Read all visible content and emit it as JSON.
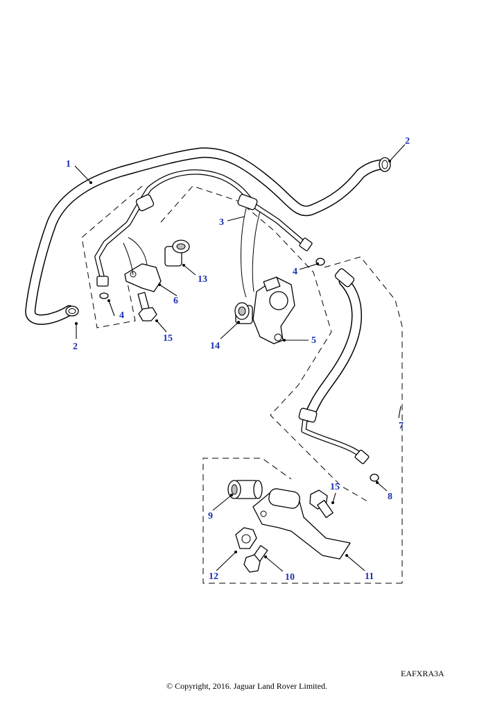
{
  "callouts": [
    {
      "id": "c1",
      "label": "1"
    },
    {
      "id": "c2a",
      "label": "2"
    },
    {
      "id": "c2b",
      "label": "2"
    },
    {
      "id": "c3",
      "label": "3"
    },
    {
      "id": "c4a",
      "label": "4"
    },
    {
      "id": "c4b",
      "label": "4"
    },
    {
      "id": "c5",
      "label": "5"
    },
    {
      "id": "c6",
      "label": "6"
    },
    {
      "id": "c7",
      "label": "7"
    },
    {
      "id": "c8",
      "label": "8"
    },
    {
      "id": "c9",
      "label": "9"
    },
    {
      "id": "c10",
      "label": "10"
    },
    {
      "id": "c11",
      "label": "11"
    },
    {
      "id": "c12",
      "label": "12"
    },
    {
      "id": "c13",
      "label": "13"
    },
    {
      "id": "c14",
      "label": "14"
    },
    {
      "id": "c15a",
      "label": "15"
    },
    {
      "id": "c15b",
      "label": "15"
    }
  ],
  "footer": {
    "drawing_code": "EAFXRA3A",
    "copyright": "© Copyright, 2016. Jaguar Land Rover Limited."
  }
}
